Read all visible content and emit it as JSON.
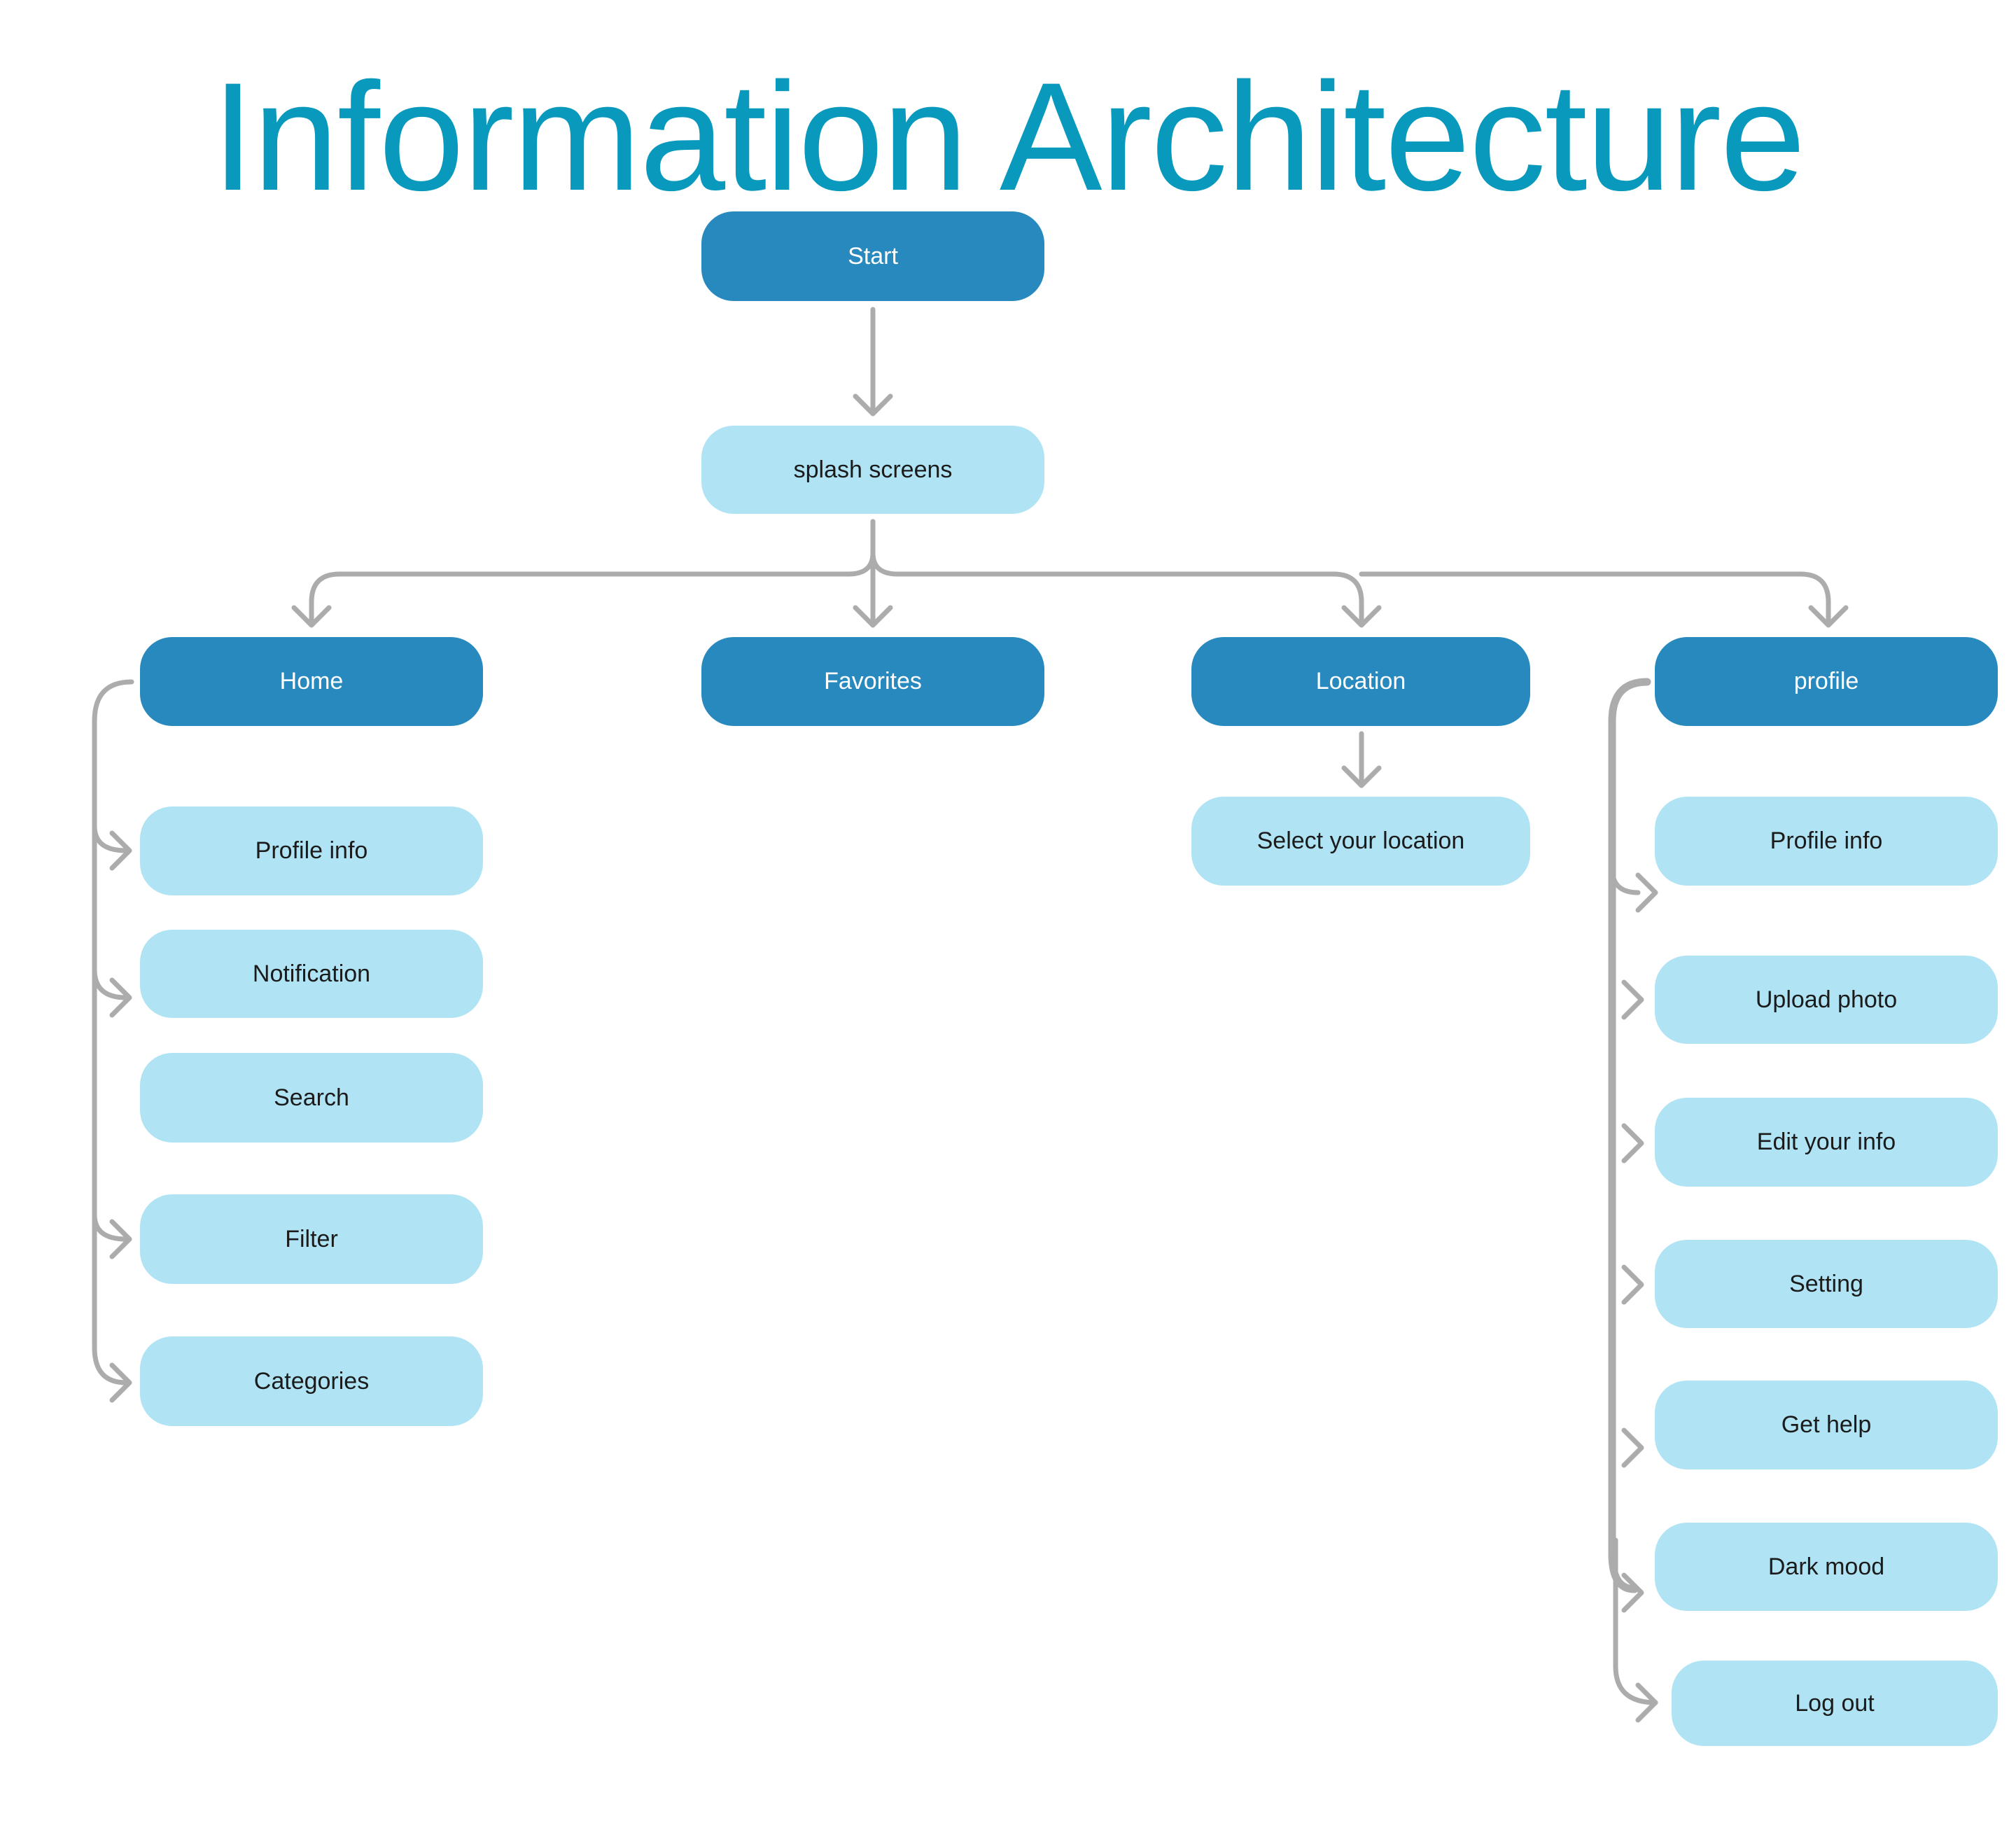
{
  "title": "Information Architecture",
  "colors": {
    "title": "#0899BD",
    "primary_node": "#2889BE",
    "secondary_node": "#B0E4F4",
    "connector": "#ACACAC"
  },
  "nodes": {
    "start": "Start",
    "splash": "splash screens",
    "home": "Home",
    "favorites": "Favorites",
    "location": "Location",
    "profile": "profile",
    "home_children": [
      "Profile info",
      "Notification",
      "Search",
      "Filter",
      "Categories"
    ],
    "location_children": [
      "Select your location"
    ],
    "profile_children": [
      "Profile info",
      "Upload photo",
      "Edit your info",
      "Setting",
      "Get help",
      "Dark mood",
      "Log out"
    ]
  }
}
